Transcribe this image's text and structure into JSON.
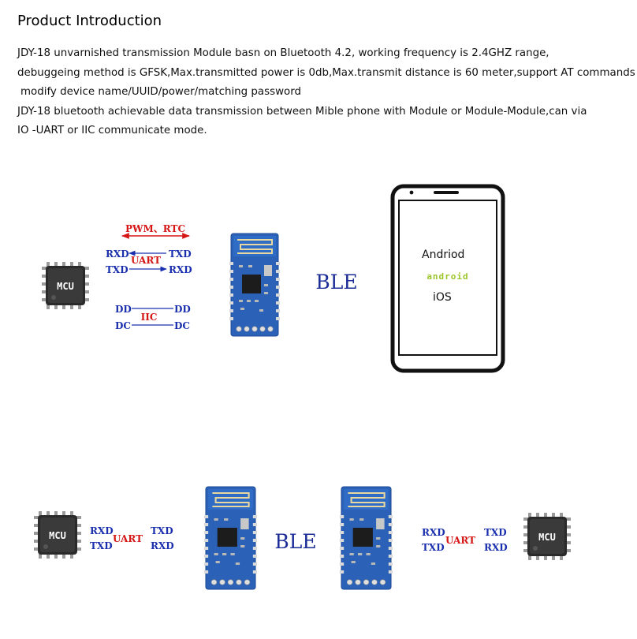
{
  "title": "Product Introduction",
  "paragraphs": [
    "JDY-18 unvarnished transmission Module basn on Bluetooth 4.2, working frequency is 2.4GHZ range,",
    "debuggeing method is GFSK,Max.transmitted power is 0db,Max.transmit distance is 60 meter,support AT commands",
    " modify device name/UUID/power/matching password",
    "JDY-18 bluetooth achievable data transmission between Mible phone with Module or Module-Module,can via",
    "IO -UART or IIC communicate mode."
  ],
  "diagram1": {
    "mcu_label": "MCU",
    "pwm_rtc": "PWM、RTC",
    "uart": "UART",
    "iic": "IIC",
    "rxd": "RXD",
    "txd": "TXD",
    "dd": "DD",
    "dc": "DC",
    "ble": "BLE",
    "phone_android": "Andriod",
    "phone_android_logo": "android",
    "phone_ios": "iOS"
  },
  "diagram2": {
    "mcu_left": "MCU",
    "mcu_right": "MCU",
    "rxd": "RXD",
    "txd": "TXD",
    "uart": "UART",
    "ble": "BLE"
  },
  "colors": {
    "signal_blue": "#1a2fae",
    "signal_red": "#d61515",
    "ble_text": "#1b2c96",
    "pcb_blue": "#2b62b8",
    "android_green": "#9cc52a"
  }
}
